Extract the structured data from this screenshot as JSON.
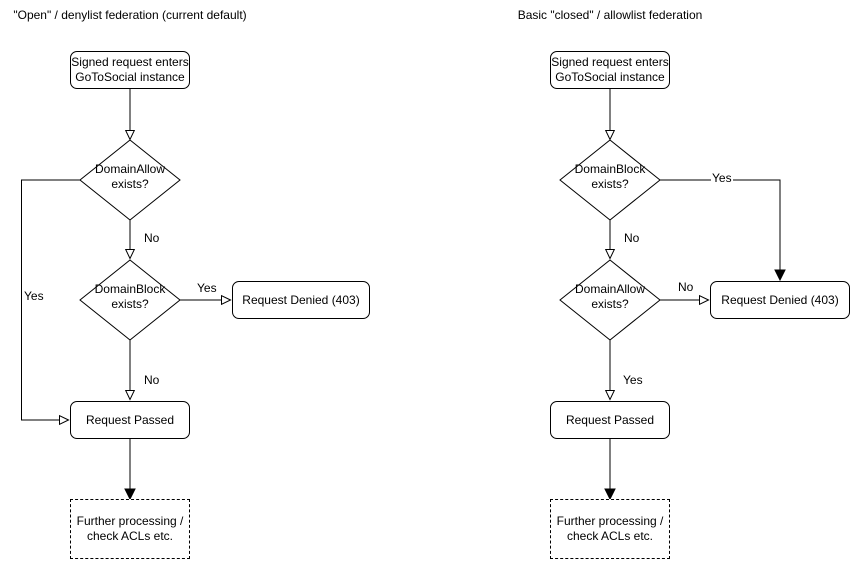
{
  "meta": {
    "background_color": "#ffffff",
    "stroke_color": "#000000",
    "text_color": "#000000"
  },
  "charts": {
    "left": {
      "title": "\"Open\" / denylist federation (current default)",
      "start": {
        "line1": "Signed request enters",
        "line2": "GoToSocial instance"
      },
      "decision1": {
        "line1": "DomainAllow",
        "line2": "exists?"
      },
      "decision2": {
        "line1": "DomainBlock",
        "line2": "exists?"
      },
      "denied": "Request Denied (403)",
      "passed": "Request Passed",
      "further": {
        "line1": "Further processing /",
        "line2": "check ACLs etc."
      },
      "labels": {
        "d1_to_passed": "Yes",
        "d1_to_d2": "No",
        "d2_to_denied": "Yes",
        "d2_to_passed": "No"
      }
    },
    "right": {
      "title": "Basic \"closed\" / allowlist federation",
      "start": {
        "line1": "Signed request enters",
        "line2": "GoToSocial instance"
      },
      "decision1": {
        "line1": "DomainBlock",
        "line2": "exists?"
      },
      "decision2": {
        "line1": "DomainAllow",
        "line2": "exists?"
      },
      "denied": "Request Denied (403)",
      "passed": "Request Passed",
      "further": {
        "line1": "Further processing /",
        "line2": "check ACLs etc."
      },
      "labels": {
        "d1_to_denied": "Yes",
        "d1_to_d2": "No",
        "d2_to_denied": "No",
        "d2_to_passed": "Yes"
      }
    }
  }
}
